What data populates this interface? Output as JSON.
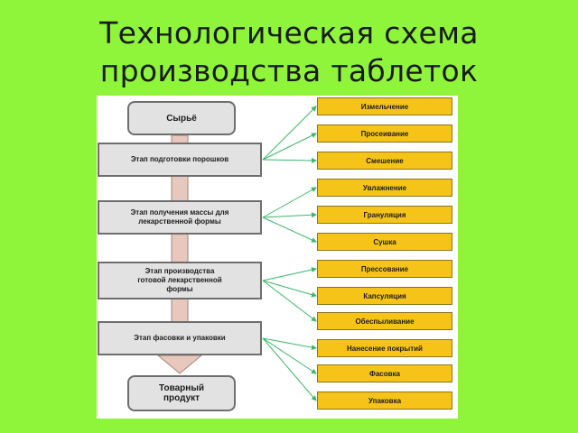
{
  "title": {
    "line1": "Технологическая схема",
    "line2": "производства таблеток"
  },
  "diagram": {
    "start": "Сырьё",
    "end_line1": "Товарный",
    "end_line2": "продукт",
    "stages": [
      {
        "line1": "Этап подготовки порошков",
        "line2": "",
        "line3": ""
      },
      {
        "line1": "Этап получения массы для",
        "line2": "лекарственной формы",
        "line3": ""
      },
      {
        "line1": "Этап производства",
        "line2": "готовой лекарственной",
        "line3": "формы"
      },
      {
        "line1": "Этап фасовки и упаковки",
        "line2": "",
        "line3": ""
      }
    ],
    "operations": [
      "Измельчение",
      "Просеивание",
      "Смешение",
      "Увлажнение",
      "Грануляция",
      "Сушка",
      "Прессование",
      "Капсуляция",
      "Обеспыливание",
      "Нанесение покрытий",
      "Фасовка",
      "Упаковка"
    ],
    "colors": {
      "background": "#8ff53a",
      "operation_fill": "#f6c418",
      "stage_fill": "#e2e2e2",
      "connector": "#3cb66a",
      "flow_arrow": "#e8c8bd"
    }
  }
}
